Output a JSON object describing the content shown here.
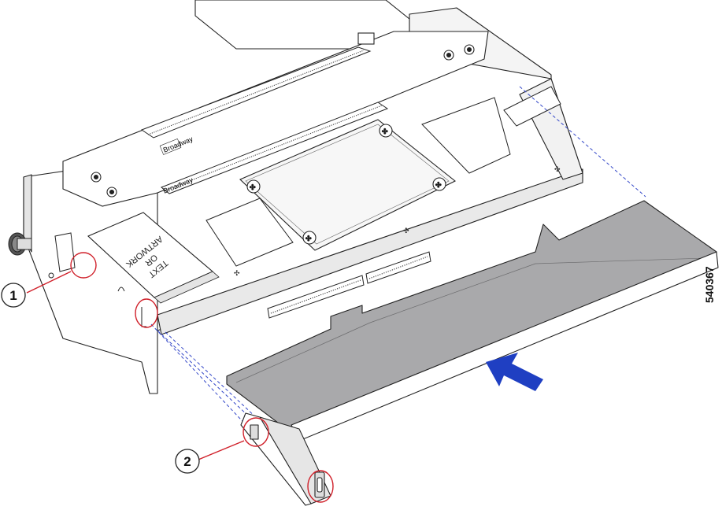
{
  "figure": {
    "id_label": "540367"
  },
  "callouts": [
    {
      "number": "1"
    },
    {
      "number": "2"
    }
  ],
  "board_labels": {
    "artwork_line1": "TEXT",
    "artwork_line2": "OR",
    "artwork_line3": "ARTWORK",
    "brand_upper": "Broadway",
    "brand_lower": "Broadway"
  },
  "colors": {
    "outline": "#222222",
    "card_fill": "#a9a9ab",
    "callout_red": "#d0202a",
    "arrow_blue": "#1f3fc2",
    "guide_blue": "#3347c8",
    "tray_fill": "#ffffff",
    "tray_shade": "#e6e6e6"
  },
  "icons": {
    "insert_arrow": "arrow-up-left-icon",
    "thumbscrew": "thumbscrew-icon"
  }
}
